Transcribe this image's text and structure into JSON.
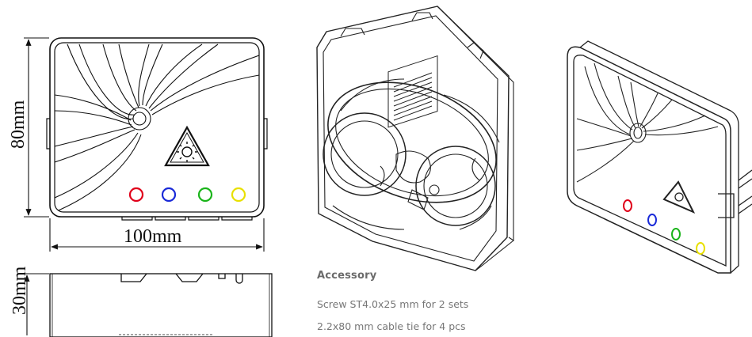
{
  "dimensions": {
    "height_label": "80mm",
    "width_label": "100mm",
    "depth_label": "30mm"
  },
  "accessory": {
    "title": "Accessory",
    "items": [
      "Screw ST4.0x25 mm for 2 sets",
      "2.2x80 mm cable tie for 4 pcs"
    ]
  },
  "indicator_colors": [
    "#e0001a",
    "#1a2ad8",
    "#1ab41a",
    "#e8e000"
  ]
}
